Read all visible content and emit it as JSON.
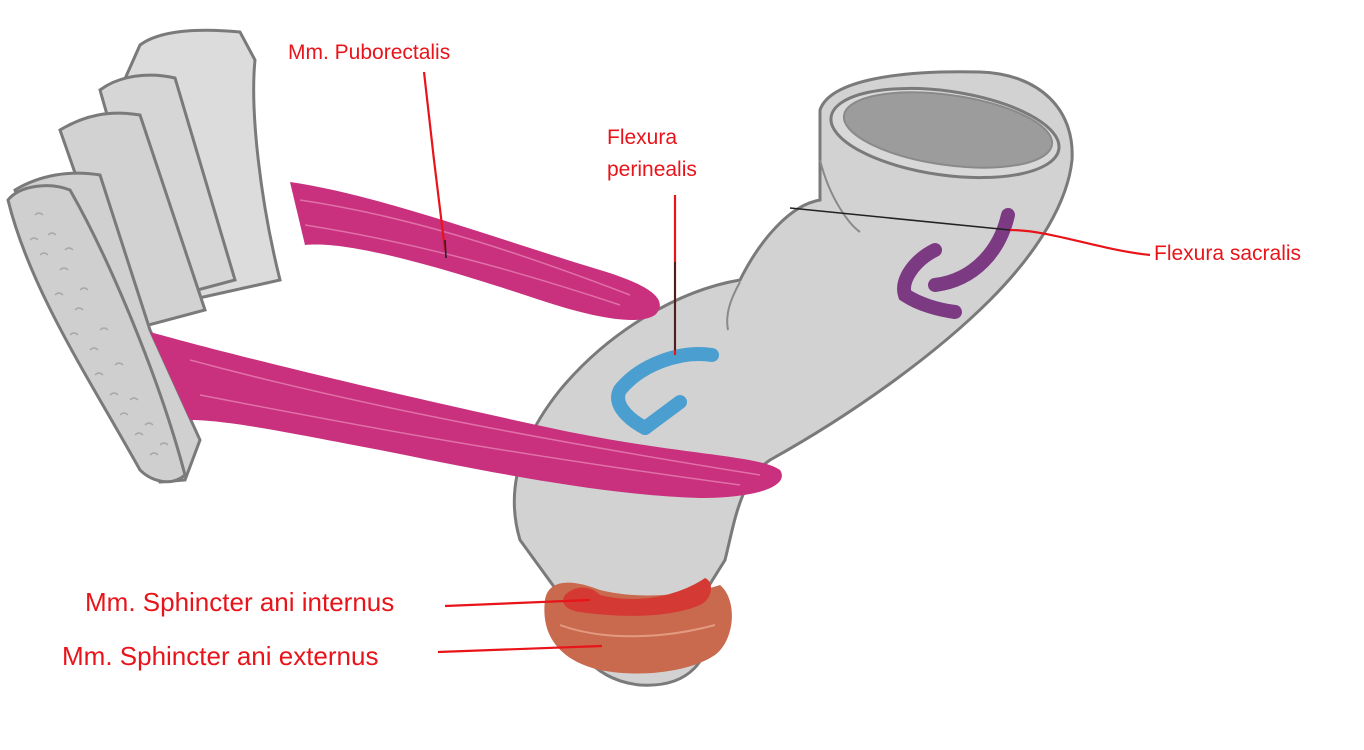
{
  "labels": {
    "puborectalis": "Mm. Puborectalis",
    "flexura_perinealis_line1": "Flexura",
    "flexura_perinealis_line2": "perinealis",
    "flexura_sacralis": "Flexura sacralis",
    "sphincter_internus": "Mm. Sphincter ani internus",
    "sphincter_externus": "Mm. Sphincter ani externus"
  },
  "colors": {
    "label_text": "#e8141a",
    "leader_line": "#e8141a",
    "tissue_gray": "#d2d2d2",
    "tissue_outline": "#7a7a7a",
    "lumen_gray": "#9c9c9c",
    "muscle_magenta": "#c9307e",
    "perineal_arrow": "#4a9fd0",
    "sacral_arrow": "#7b3a82",
    "internal_sphincter": "#d43a33",
    "external_sphincter": "#c96a4e"
  },
  "icons": {
    "perineal_arrow": "curved-arrow-icon",
    "sacral_arrow": "curved-arrow-icon"
  }
}
